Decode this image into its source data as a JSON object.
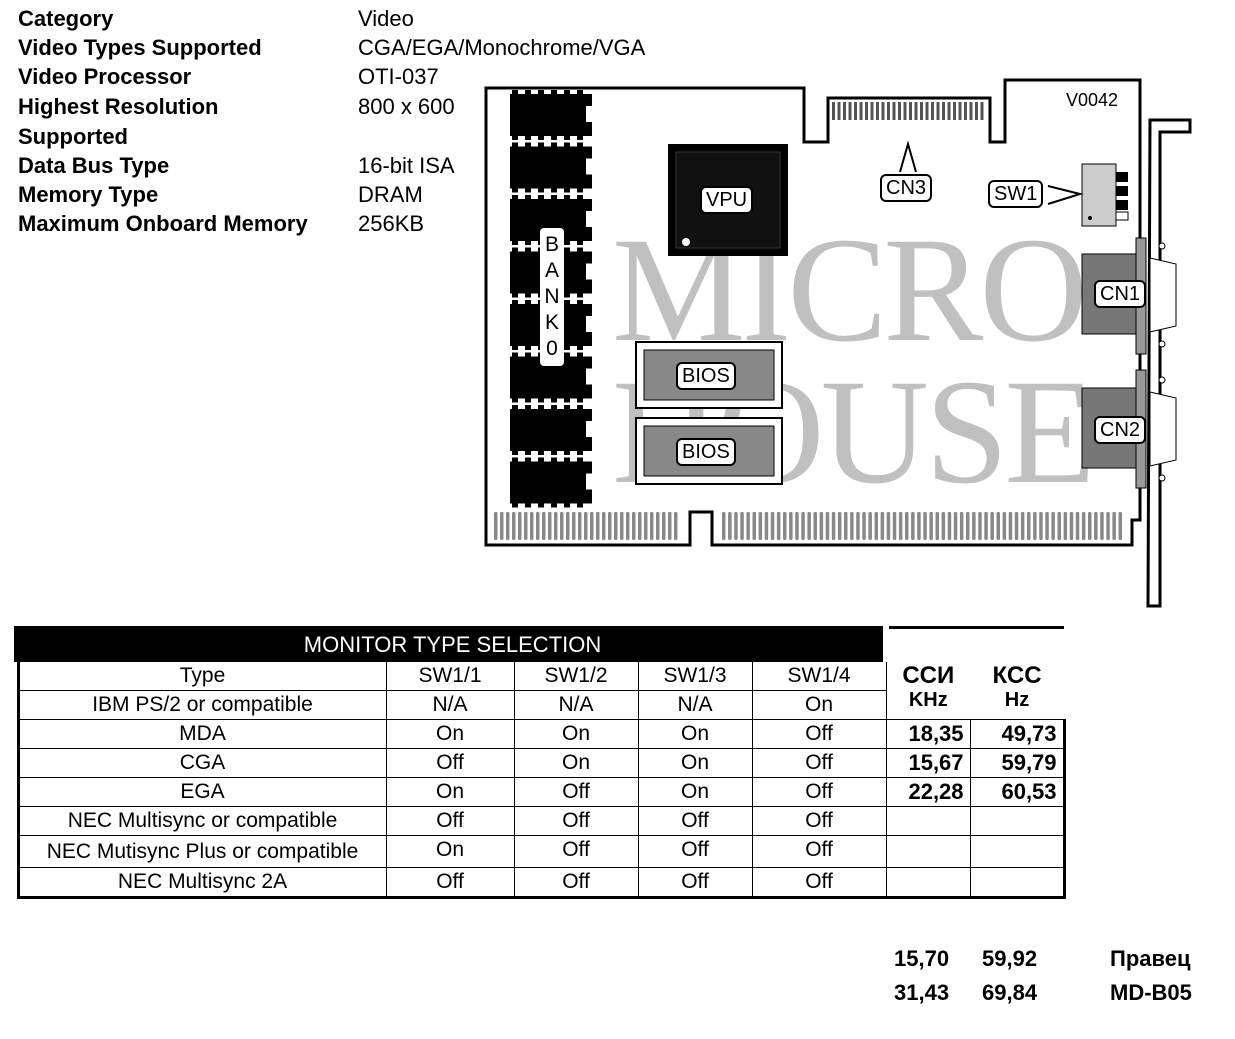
{
  "specs": [
    {
      "label": "Category",
      "value": "Video"
    },
    {
      "label": "Video Types Supported",
      "value": "CGA/EGA/Monochrome/VGA"
    },
    {
      "label": "Video Processor",
      "value": "OTI-037"
    },
    {
      "label": "Highest Resolution",
      "value": "800 x 600"
    },
    {
      "label": "Supported",
      "value": ""
    },
    {
      "label": "Data Bus Type",
      "value": "16-bit ISA"
    },
    {
      "label": "Memory Type",
      "value": "DRAM"
    },
    {
      "label": "Maximum Onboard Memory",
      "value": "256KB"
    }
  ],
  "board": {
    "model": "V0042",
    "vpu": "VPU",
    "bios1": "BIOS",
    "bios2": "BIOS",
    "cn1": "CN1",
    "cn2": "CN2",
    "cn3": "CN3",
    "sw1": "SW1",
    "bank": [
      "B",
      "A",
      "N",
      "K",
      "0"
    ],
    "watermark_top": "MICRO",
    "watermark_bottom": "HOUSE",
    "tm": "™"
  },
  "table": {
    "title": "MONITOR TYPE SELECTION",
    "headers": [
      "Type",
      "SW1/1",
      "SW1/2",
      "SW1/3",
      "SW1/4"
    ],
    "freq_headers": [
      {
        "top": "ССИ",
        "sub": "KHz"
      },
      {
        "top": "КСС",
        "sub": "Hz"
      }
    ],
    "rows": [
      {
        "type": "IBM PS/2 or compatible",
        "sw": [
          "N/A",
          "N/A",
          "N/A",
          "On"
        ],
        "khz": "",
        "hz": ""
      },
      {
        "type": "MDA",
        "sw": [
          "On",
          "On",
          "On",
          "Off"
        ],
        "khz": "18,35",
        "hz": "49,73"
      },
      {
        "type": "CGA",
        "sw": [
          "Off",
          "On",
          "On",
          "Off"
        ],
        "khz": "15,67",
        "hz": "59,79"
      },
      {
        "type": "EGA",
        "sw": [
          "On",
          "Off",
          "On",
          "Off"
        ],
        "khz": "22,28",
        "hz": "60,53"
      },
      {
        "type": "NEC Multisync or compatible",
        "sw": [
          "Off",
          "Off",
          "Off",
          "Off"
        ],
        "khz": "",
        "hz": ""
      },
      {
        "type": "NEC Mutisync Plus or compatible",
        "sw": [
          "On",
          "Off",
          "Off",
          "Off"
        ],
        "khz": "",
        "hz": ""
      },
      {
        "type": "NEC Multisync 2A",
        "sw": [
          "Off",
          "Off",
          "Off",
          "Off"
        ],
        "khz": "",
        "hz": ""
      }
    ]
  },
  "footer": {
    "rows": [
      {
        "khz": "15,70",
        "hz": "59,92",
        "note": "Правец"
      },
      {
        "khz": "31,43",
        "hz": "69,84",
        "note": "MD-B05"
      }
    ]
  }
}
